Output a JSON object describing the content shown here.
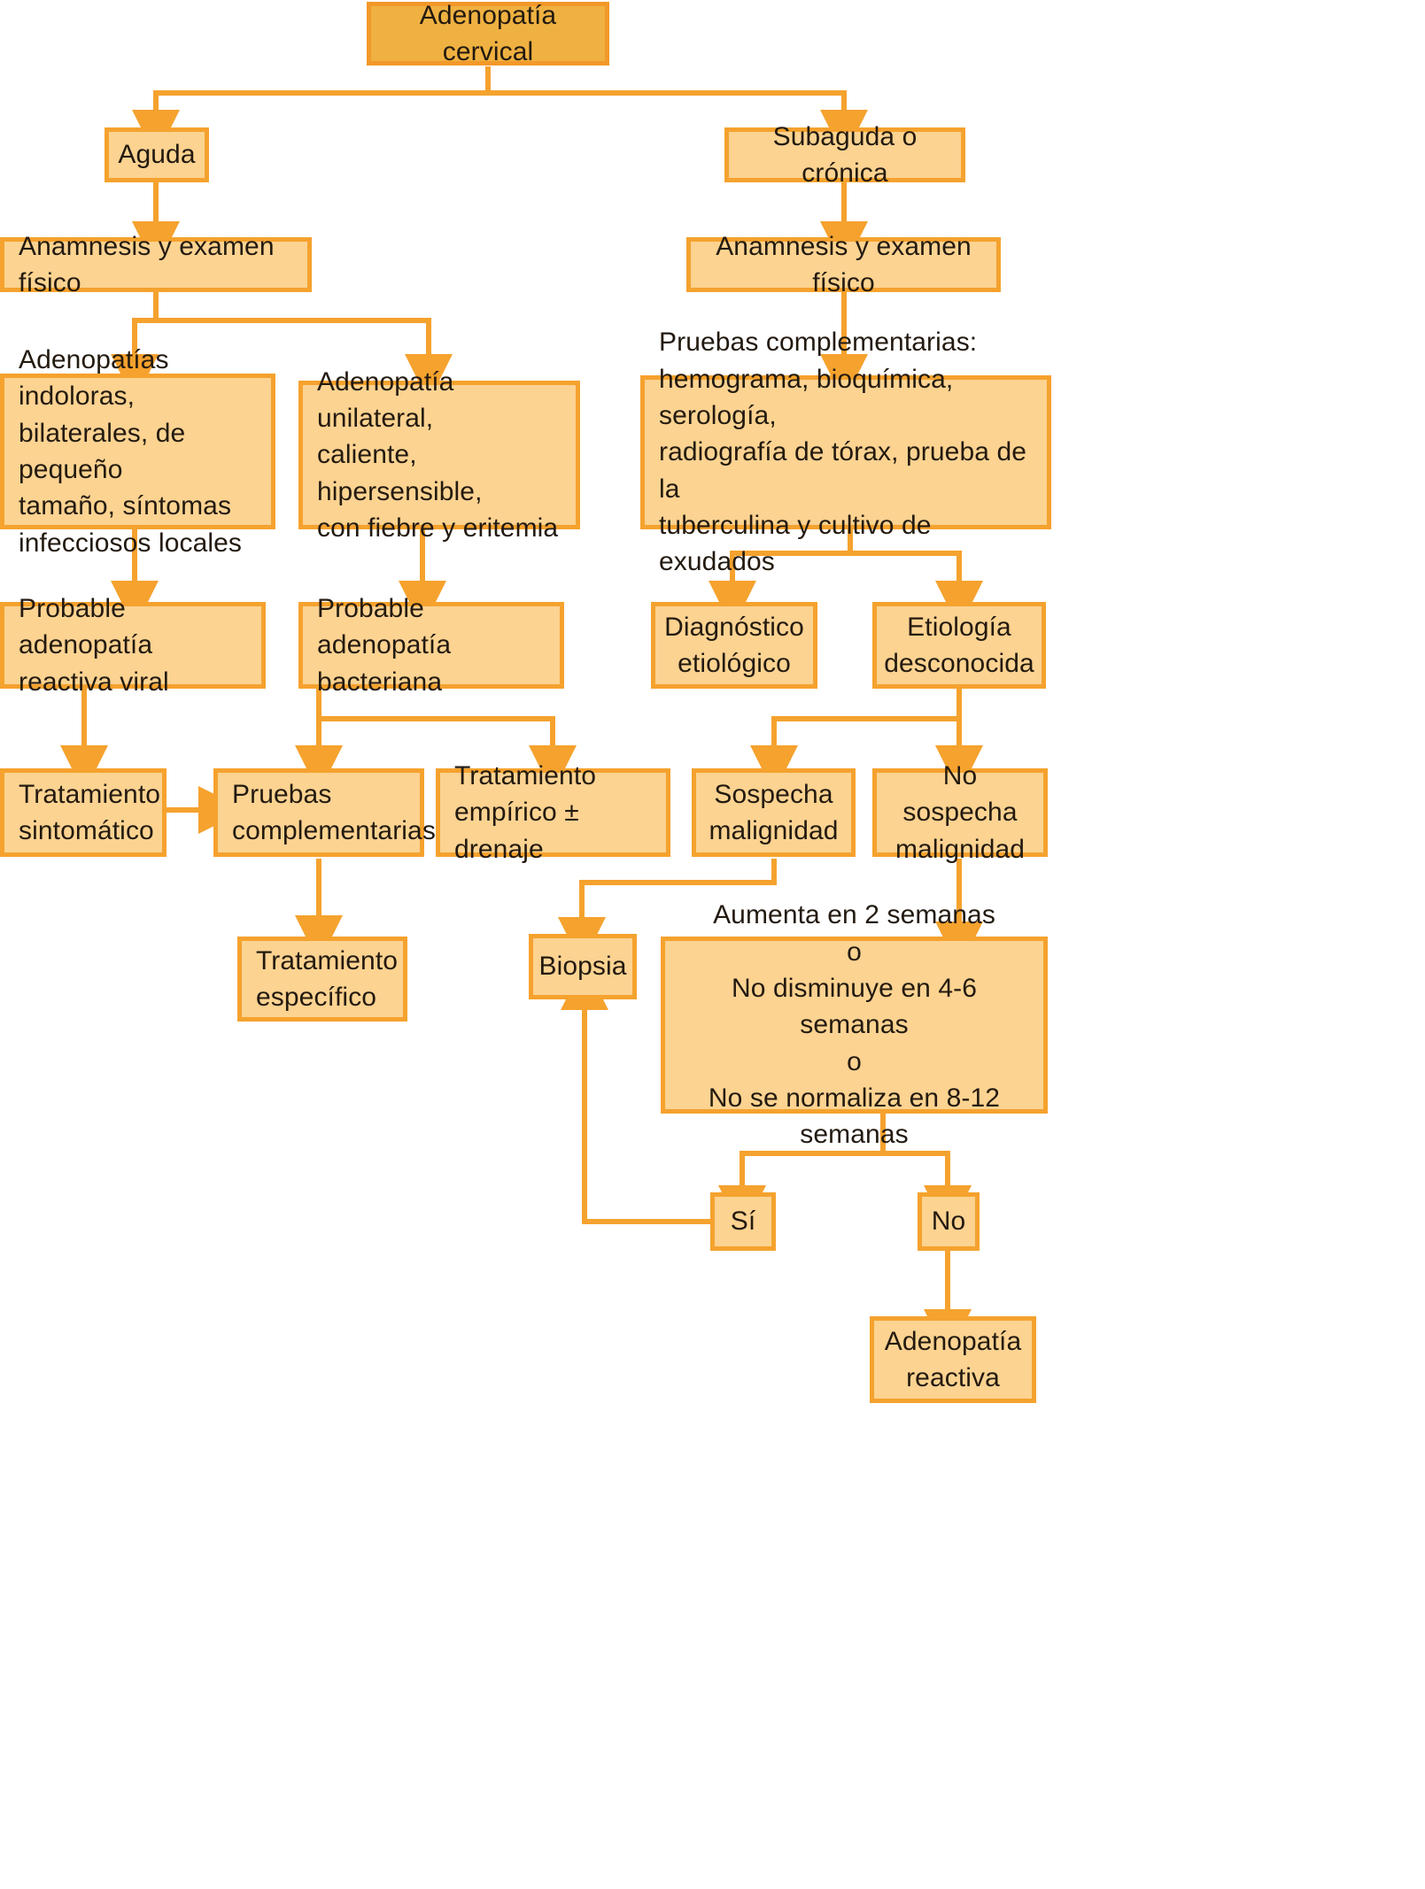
{
  "diagram": {
    "title": "Adenopatía cervical",
    "language": "es",
    "colors": {
      "root_fill": "#EFB141",
      "root_border": "#F29829",
      "node_fill": "#FCD391",
      "node_border": "#F5A22E",
      "edge": "#F5A22E",
      "text": "#231A10",
      "background": "#FFFFFF"
    },
    "nodes": [
      {
        "id": "root",
        "label": "Adenopatía cervical"
      },
      {
        "id": "aguda",
        "label": "Aguda"
      },
      {
        "id": "subaguda",
        "label": "Subaguda o crónica"
      },
      {
        "id": "anamnesis_izq",
        "label": "Anamnesis y examen físico"
      },
      {
        "id": "anamnesis_der",
        "label": "Anamnesis y examen físico"
      },
      {
        "id": "indoloras",
        "label": "Adenopatías indoloras,\nbilaterales, de pequeño\ntamaño, síntomas\ninfecciosos locales"
      },
      {
        "id": "unilateral",
        "label": "Adenopatía unilateral,\ncaliente, hipersensible,\ncon fiebre y eritemia"
      },
      {
        "id": "pruebas_comp",
        "label": "Pruebas complementarias:\nhemograma, bioquímica, serología,\nradiografía de tórax, prueba de la\ntuberculina y cultivo de exudados"
      },
      {
        "id": "viral",
        "label": "Probable adenopatía\nreactiva viral"
      },
      {
        "id": "bacteriana",
        "label": "Probable adenopatía\nbacteriana"
      },
      {
        "id": "dx_etiologico",
        "label": "Diagnóstico\netiológico"
      },
      {
        "id": "etiologia_desc",
        "label": "Etiología\ndesconocida"
      },
      {
        "id": "sintomatico",
        "label": "Tratamiento\nsintomático"
      },
      {
        "id": "pruebas_2",
        "label": "Pruebas\ncomplementarias"
      },
      {
        "id": "empirico",
        "label": "Tratamiento\nempírico ± drenaje"
      },
      {
        "id": "sospecha",
        "label": "Sospecha\nmalignidad"
      },
      {
        "id": "no_sospecha",
        "label": "No sospecha\nmalignidad"
      },
      {
        "id": "especifico",
        "label": "Tratamiento\nespecífico"
      },
      {
        "id": "biopsia",
        "label": "Biopsia"
      },
      {
        "id": "evolucion",
        "label": "Aumenta en 2 semanas\no\nNo disminuye en 4-6 semanas\no\nNo se normaliza en 8-12 semanas"
      },
      {
        "id": "si",
        "label": "Sí"
      },
      {
        "id": "no",
        "label": "No"
      },
      {
        "id": "reactiva",
        "label": "Adenopatía\nreactiva"
      }
    ],
    "edges": [
      {
        "from": "root",
        "to": "aguda"
      },
      {
        "from": "root",
        "to": "subaguda"
      },
      {
        "from": "aguda",
        "to": "anamnesis_izq"
      },
      {
        "from": "subaguda",
        "to": "anamnesis_der"
      },
      {
        "from": "anamnesis_izq",
        "to": "indoloras"
      },
      {
        "from": "anamnesis_izq",
        "to": "unilateral"
      },
      {
        "from": "anamnesis_der",
        "to": "pruebas_comp"
      },
      {
        "from": "indoloras",
        "to": "viral"
      },
      {
        "from": "unilateral",
        "to": "bacteriana"
      },
      {
        "from": "pruebas_comp",
        "to": "dx_etiologico"
      },
      {
        "from": "pruebas_comp",
        "to": "etiologia_desc"
      },
      {
        "from": "viral",
        "to": "sintomatico"
      },
      {
        "from": "bacteriana",
        "to": "pruebas_2"
      },
      {
        "from": "bacteriana",
        "to": "empirico"
      },
      {
        "from": "etiologia_desc",
        "to": "sospecha"
      },
      {
        "from": "etiologia_desc",
        "to": "no_sospecha"
      },
      {
        "from": "sintomatico",
        "to": "pruebas_2"
      },
      {
        "from": "pruebas_2",
        "to": "especifico"
      },
      {
        "from": "sospecha",
        "to": "biopsia"
      },
      {
        "from": "no_sospecha",
        "to": "evolucion"
      },
      {
        "from": "evolucion",
        "to": "si"
      },
      {
        "from": "evolucion",
        "to": "no"
      },
      {
        "from": "si",
        "to": "biopsia"
      },
      {
        "from": "no",
        "to": "reactiva"
      }
    ]
  }
}
